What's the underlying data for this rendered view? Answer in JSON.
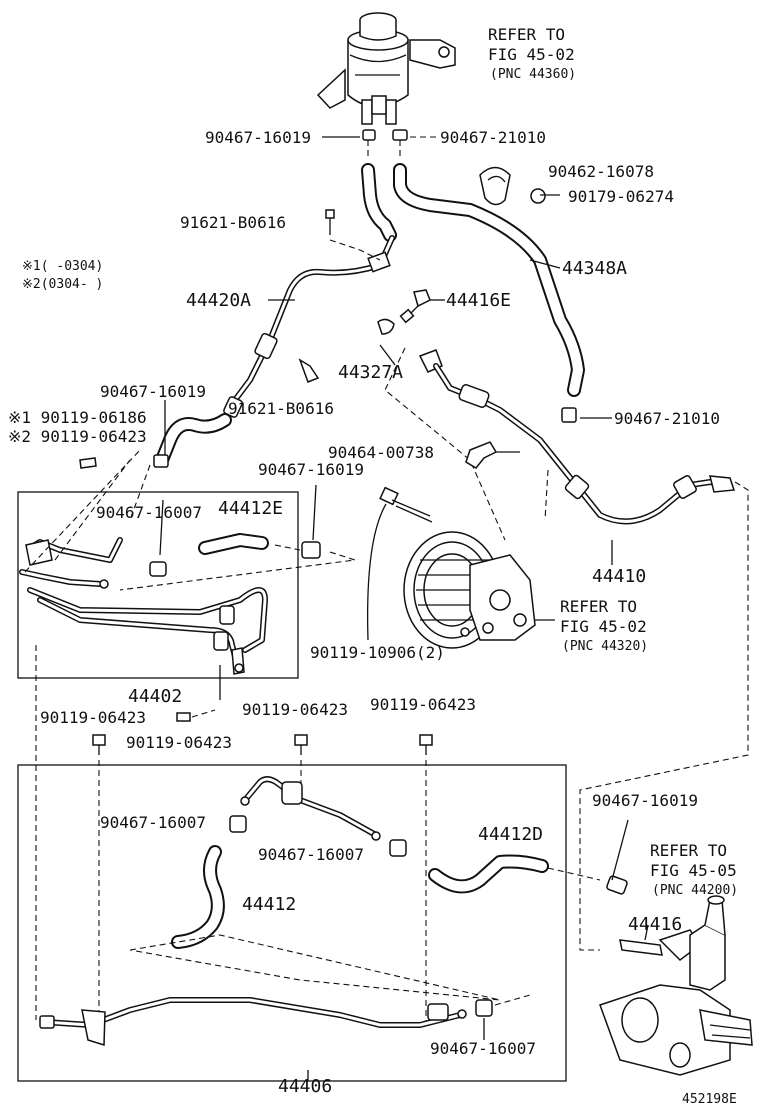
{
  "labels": {
    "refer_fig_45_02_top": [
      "REFER TO",
      "FIG 45-02",
      "(PNC 44360)"
    ],
    "p90467_16019_top": "90467-16019",
    "p90467_21010_top": "90467-21010",
    "p90462_16078": "90462-16078",
    "p90179_06274": "90179-06274",
    "p91621_B0616_top": "91621-B0616",
    "note_1": "※1(     -0304)",
    "note_2": "※2(0304-      )",
    "p44348A": "44348A",
    "p44420A": "44420A",
    "p44416E": "44416E",
    "p44327A": "44327A",
    "p91621_B0616_mid": "91621-B0616",
    "p90467_16019_left": "90467-16019",
    "p90119_06186": "※1 90119-06186",
    "p90119_06423_note": "※2 90119-06423",
    "p90467_21010_right": "90467-21010",
    "p90464_00738": "90464-00738",
    "p90467_16019_mid": "90467-16019",
    "p90467_16007_box1": "90467-16007",
    "p44412E": "44412E",
    "p44410": "44410",
    "refer_fig_45_02_mid": [
      "REFER TO",
      "FIG 45-02",
      "(PNC 44320)"
    ],
    "p90119_10906": "90119-10906(2)",
    "p44402": "44402",
    "p90119_06423_a": "90119-06423",
    "p90119_06423_b": "90119-06423",
    "p90119_06423_c": "90119-06423",
    "p90119_06423_d": "90119-06423",
    "p90467_16007_box2a": "90467-16007",
    "p90467_16007_box2b": "90467-16007",
    "p44412D": "44412D",
    "p44412": "44412",
    "p90467_16019_right": "90467-16019",
    "refer_fig_45_05": [
      "REFER TO",
      "FIG 45-05",
      "(PNC 44200)"
    ],
    "p44416": "44416",
    "p90467_16007_bottom": "90467-16007",
    "p44406": "44406",
    "figure_id": "452198E"
  }
}
